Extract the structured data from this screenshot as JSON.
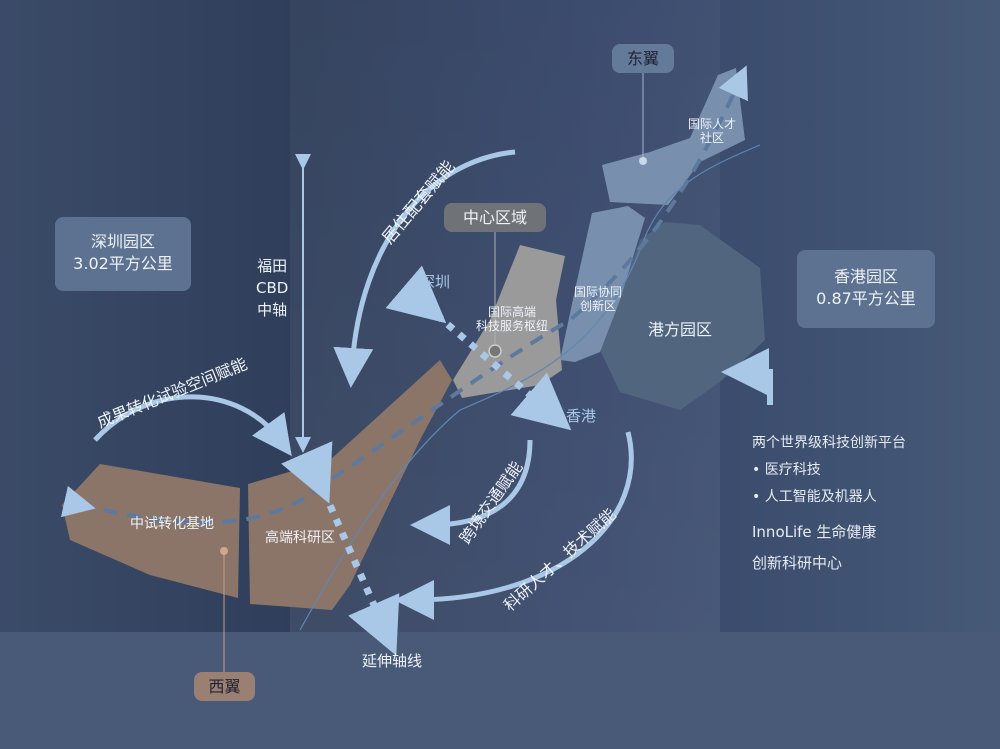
{
  "shenzhen_park": {
    "name": "深圳园区",
    "area": "3.02平方公里"
  },
  "hongkong_park": {
    "name": "香港园区",
    "area": "0.87平方公里"
  },
  "east_wing": "东翼",
  "west_wing": "西翼",
  "center_zone": "中心区域",
  "zones": {
    "intl_talent": [
      "国际人才",
      "社区"
    ],
    "intl_collab": [
      "国际协同",
      "创新区"
    ],
    "hub": [
      "国际高端",
      "科技服务枢纽"
    ],
    "gangfang": "港方园区",
    "pilot": "中试转化基地",
    "research": "高端科研区"
  },
  "axis_labels": {
    "futian": [
      "福田",
      "CBD",
      "中轴"
    ],
    "extension": "延伸轴线",
    "shenzhen": "深圳",
    "hongkong": "香港"
  },
  "arrows": {
    "living": "居住配套赋能",
    "trial": "成果转化试验空间赋能",
    "traffic": "跨境交通赋能",
    "talent": "科研人才、技术赋能"
  },
  "info": {
    "heading": "两个世界级科技创新平台",
    "bullets": [
      "医疗科技",
      "人工智能及机器人"
    ],
    "innolife1": "InnoLife 生命健康",
    "innolife2": "创新科研中心"
  },
  "colors": {
    "brown": "#8b7568",
    "grey": "#9a9a9a",
    "blue": "#7890ae",
    "arrow": "#a9c8e8"
  }
}
